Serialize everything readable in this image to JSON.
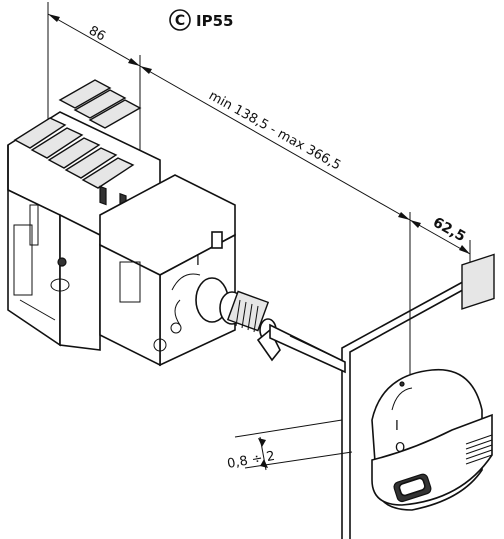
{
  "dimensions": {
    "width": "86",
    "length_range": "min 138,5 - max 366,5",
    "handle_depth": "62,5",
    "panel_thickness": "0,8 ÷ 2"
  },
  "certification": {
    "mark": "C",
    "rating": "IP55"
  },
  "icons": {
    "cert_mark": "circle-c-icon"
  }
}
